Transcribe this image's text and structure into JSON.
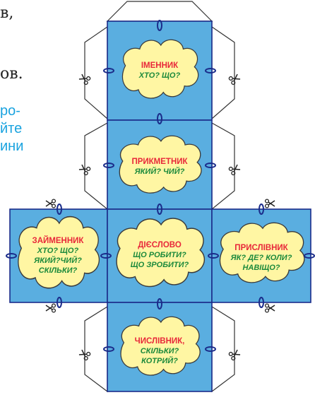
{
  "fragments": {
    "line1": "в,",
    "line2": "ов.",
    "blue1": "ро-",
    "blue2": "йте",
    "blue3": "ини"
  },
  "cells": {
    "top": {
      "title": "ІМЕННИК",
      "q1": "ХТО? ЩО?",
      "q2": "",
      "q3": ""
    },
    "upper": {
      "title": "ПРИКМЕТНИК",
      "q1": "ЯКИЙ? ЧИЙ?",
      "q2": "",
      "q3": ""
    },
    "left": {
      "title": "ЗАЙМЕННИК",
      "q1": "ХТО? ЩО?",
      "q2": "ЯКИЙ?ЧИЙ?",
      "q3": "СКІЛЬКИ?"
    },
    "center": {
      "title": "ДІЄСЛОВО",
      "q1": "ЩО РОБИТИ?",
      "q2": "ЩО ЗРОБИТИ?",
      "q3": ""
    },
    "right": {
      "title": "ПРИСЛІВНИК",
      "q1": "ЯК? ДЕ? КОЛИ?",
      "q2": "НАВІЩО?",
      "q3": ""
    },
    "bottom": {
      "title": "ЧИСЛІВНИК,",
      "q1": "СКІЛЬКИ?",
      "q2": "КОТРИЙ?",
      "q3": ""
    }
  },
  "colors": {
    "face": "#5aaee0",
    "cloud": "#fff6a3",
    "title": "#e8283a",
    "question": "#1c8a3c",
    "note": "#1aa3df"
  },
  "icons": [
    "scissors-icon",
    "loop-tab-icon"
  ]
}
